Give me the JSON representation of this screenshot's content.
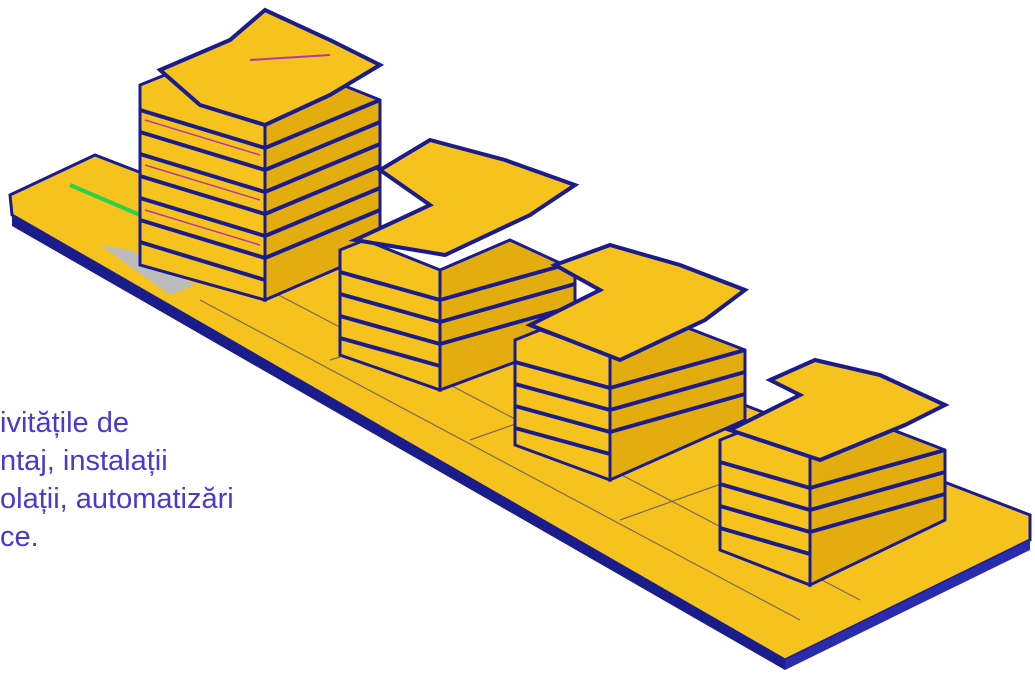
{
  "caption": {
    "lines": [
      "ivitățile de",
      "ntaj, instalații",
      "olații, automatizări",
      "ce."
    ]
  },
  "colors": {
    "slab": "#f6c21e",
    "slab_dark": "#e3ad10",
    "structure": "#1b1c8c",
    "wall_magenta": "#b33aa0",
    "accent_green": "#28d24a",
    "ramp_gray": "#bcbcbc",
    "text": "#4a38d2"
  }
}
